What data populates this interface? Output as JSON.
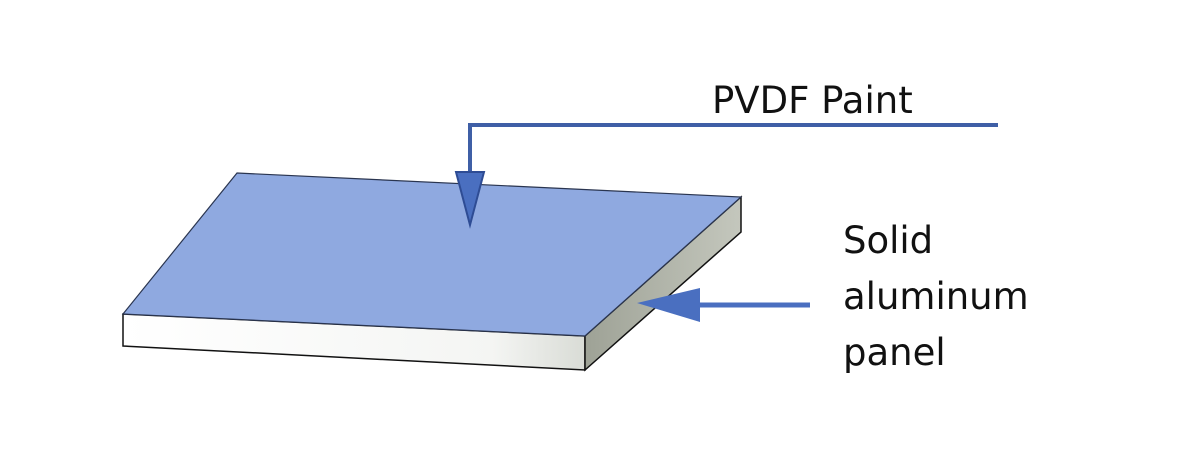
{
  "labels": {
    "paint": "PVDF Paint",
    "panel_lines": [
      "Solid",
      "aluminum",
      "panel"
    ]
  },
  "colors": {
    "top_face": "#8fa9e0",
    "arrow": "#4a6fc0",
    "leader_line": "#3f5fa6"
  }
}
